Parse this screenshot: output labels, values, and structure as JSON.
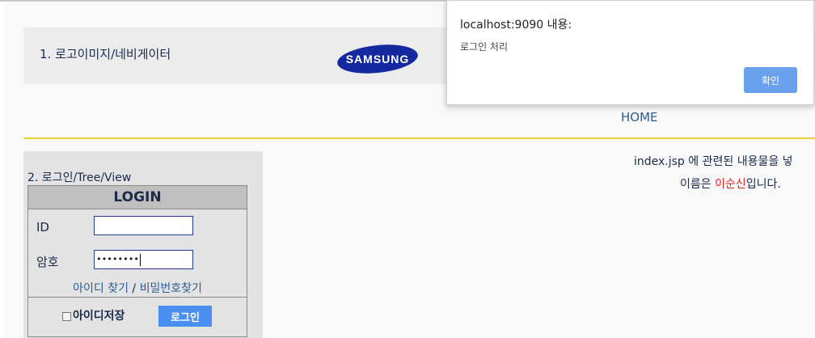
{
  "header": {
    "title": "1. 로고이미지/네비게이터",
    "logo_text": "SAMSUNG"
  },
  "nav": {
    "home": "HOME"
  },
  "left": {
    "title": "2. 로그인/Tree/View",
    "login": {
      "heading": "LOGIN",
      "id_label": "ID",
      "id_value": "",
      "pw_label": "암호",
      "pw_value": "••••••••",
      "find_id": "아이디 찾기",
      "separator": "/",
      "find_pw": "비밀번호찾기",
      "remember_label": "아이디저장",
      "remember_checked": false,
      "submit": "로그인"
    }
  },
  "content": {
    "line1": "index.jsp 에 관련된 내용물을 넣",
    "line2_prefix": "이름은 ",
    "line2_name": "이순신",
    "line2_suffix": "입니다."
  },
  "dialog": {
    "title": "localhost:9090 내용:",
    "message": "로그인 처리",
    "ok": "확인"
  },
  "colors": {
    "accent_line": "#f2d335",
    "button": "#4a8ef0",
    "name": "#e02020",
    "link": "#2a5d8f"
  }
}
